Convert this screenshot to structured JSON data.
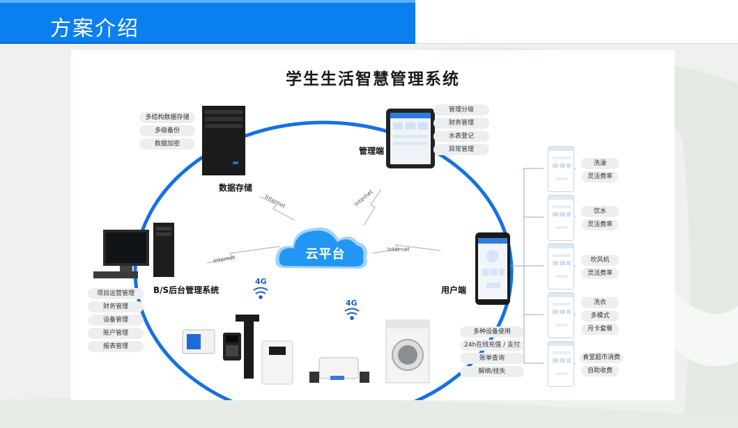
{
  "header": {
    "title": "方案介绍"
  },
  "diagram": {
    "title": "学生生活智慧管理系统",
    "center": "云平台",
    "nodes": {
      "storage": "数据存储",
      "admin": "管理端",
      "backend": "B/S后台管理系统",
      "user": "用户端"
    },
    "net_labels": [
      "Internet",
      "Internet",
      "Internet",
      "Internet"
    ],
    "g4_labels": [
      "4G",
      "4G"
    ],
    "storage_items": [
      "多结构数据存储",
      "多级备份",
      "数据加密"
    ],
    "admin_items": [
      "管理分级",
      "财务管理",
      "水表登记",
      "异常管理"
    ],
    "backend_items": [
      "项目运营管理",
      "财务管理",
      "设备管理",
      "账户管理",
      "报表管理"
    ],
    "user_items": [
      "多种设备使用",
      "24h在线充值 / 支付",
      "账单查询",
      "解绑/挂失"
    ],
    "services": [
      [
        "洗澡",
        "灵活费率"
      ],
      [
        "饮水",
        "灵活费率"
      ],
      [
        "吹风机",
        "灵活费率"
      ],
      [
        "洗衣",
        "多模式",
        "月卡套餐"
      ],
      [
        "食堂超市消费",
        "自助收费"
      ]
    ]
  },
  "colors": {
    "header_blue": "#0a7ff0",
    "ring_blue": "#1570e6",
    "cloud_blue": "#2196f3"
  }
}
